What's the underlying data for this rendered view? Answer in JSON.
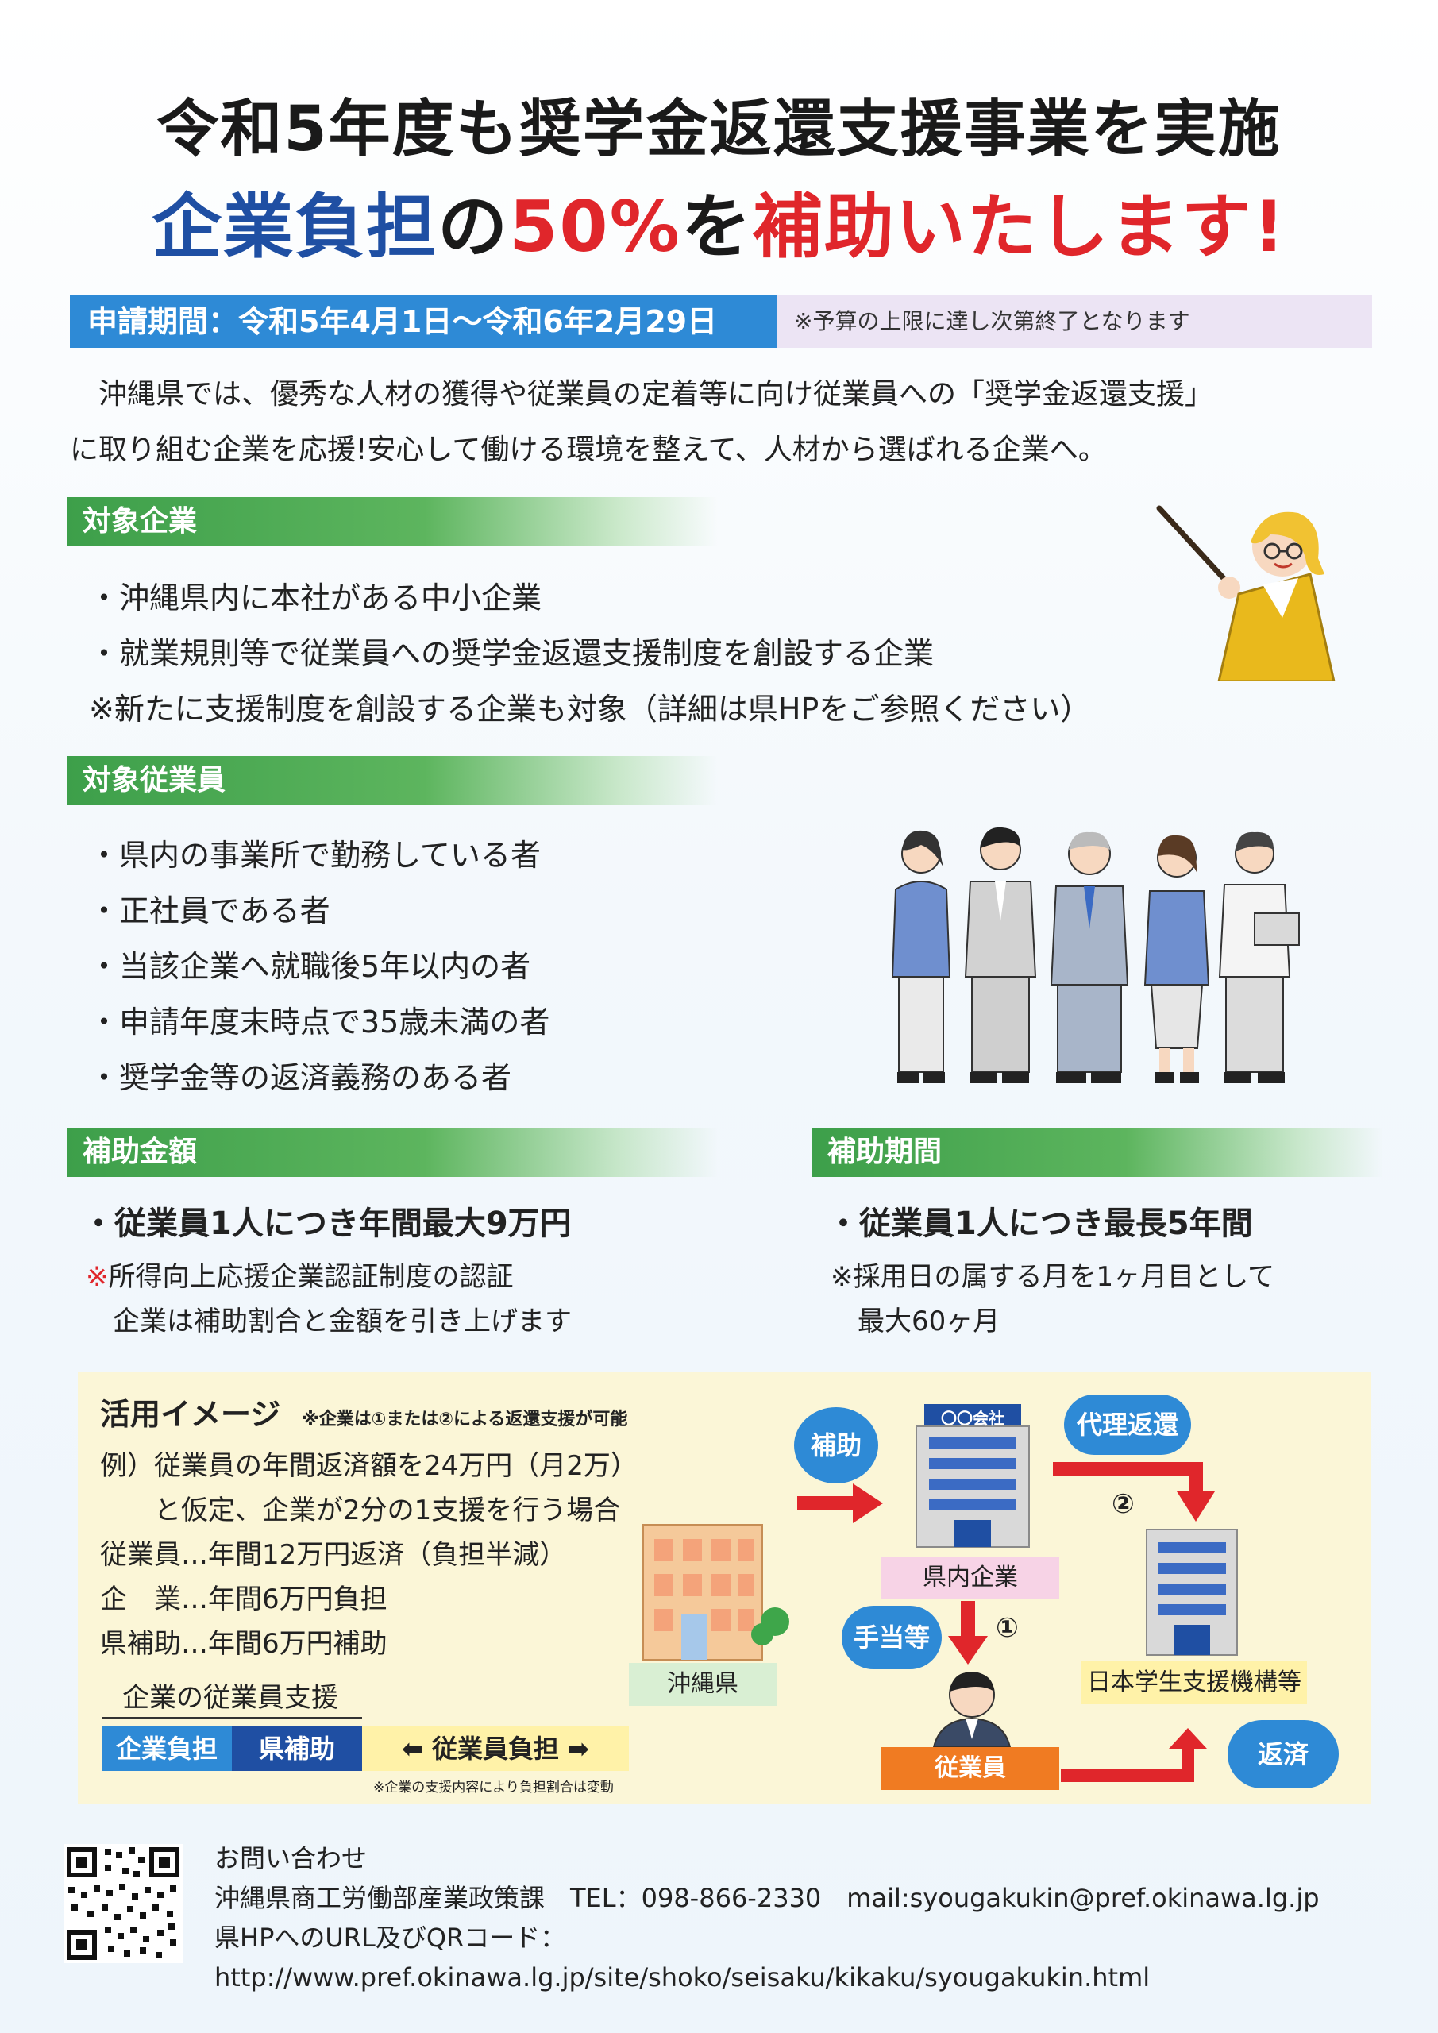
{
  "header": {
    "title_line1": "令和5年度も奨学金返還支援事業を実施",
    "title_a": "企業負担",
    "title_b": "の",
    "title_c": "50%",
    "title_d": "を",
    "title_e": "補助いたします!"
  },
  "period": {
    "label": "申請期間：令和5年4月1日～令和6年2月29日",
    "note": "※予算の上限に達し次第終了となります"
  },
  "lead": {
    "line1": "　沖縄県では、優秀な人材の獲得や従業員の定着等に向け従業員への「奨学金返還支援」",
    "line2": "に取り組む企業を応援!安心して働ける環境を整えて、人材から選ばれる企業へ。"
  },
  "target_company": {
    "heading": "対象企業",
    "items": [
      "・沖縄県内に本社がある中小企業",
      "・就業規則等で従業員への奨学金返還支援制度を創設する企業",
      "※新たに支援制度を創設する企業も対象（詳細は県HPをご参照ください）"
    ]
  },
  "target_employee": {
    "heading": "対象従業員",
    "items": [
      "・県内の事業所で勤務している者",
      "・正社員である者",
      "・当該企業へ就職後5年以内の者",
      "・申請年度末時点で35歳未満の者",
      "・奨学金等の返済義務のある者"
    ]
  },
  "amount": {
    "heading": "補助金額",
    "main": "・従業員1人につき年間最大9万円",
    "note_mark": "※",
    "note1": "所得向上応援企業認証制度の認証",
    "note2": "企業は補助割合と金額を引き上げます"
  },
  "duration": {
    "heading": "補助期間",
    "main": "・従業員1人につき最長5年間",
    "note1": "※採用日の属する月を1ヶ月目として",
    "note2": "最大60ヶ月"
  },
  "usage": {
    "title": "活用イメージ",
    "sub": "※企業は①または②による返還支援が可能",
    "lines": [
      "例）従業員の年間返済額を24万円（月2万）",
      "　　と仮定、企業が2分の1支援を行う場合",
      "従業員…年間12万円返済（負担半減）",
      "企　業…年間6万円負担",
      "県補助…年間6万円補助"
    ],
    "bar_caption": "企業の従業員支援",
    "bar": [
      "企業負担",
      "県補助",
      "⬅ 従業員負担 ➡"
    ],
    "bar_note": "※企業の支援内容により負担割合は変動",
    "prefecture": "沖縄県",
    "subsidy": "補助",
    "company_sign": "〇〇会社",
    "company": "県内企業",
    "allowance": "手当等",
    "num1": "①",
    "num2": "②",
    "proxy": "代理返還",
    "org": "日本学生支援機構等",
    "employee": "従業員",
    "repay": "返済"
  },
  "contact": {
    "heading": "お問い合わせ",
    "line1": "沖縄県商工労働部産業政策課　TEL：098-866-2330　mail:syougakukin@pref.okinawa.lg.jp",
    "line2": "県HPへのURL及びQRコード：",
    "line3": "http://www.pref.okinawa.lg.jp/site/shoko/seisaku/kikaku/syougakukin.html"
  },
  "colors": {
    "blue": "#1f4fa3",
    "red": "#e0262b",
    "accent_blue": "#2e8ad6",
    "green": "#3d9f4a",
    "orange": "#f07b22"
  }
}
